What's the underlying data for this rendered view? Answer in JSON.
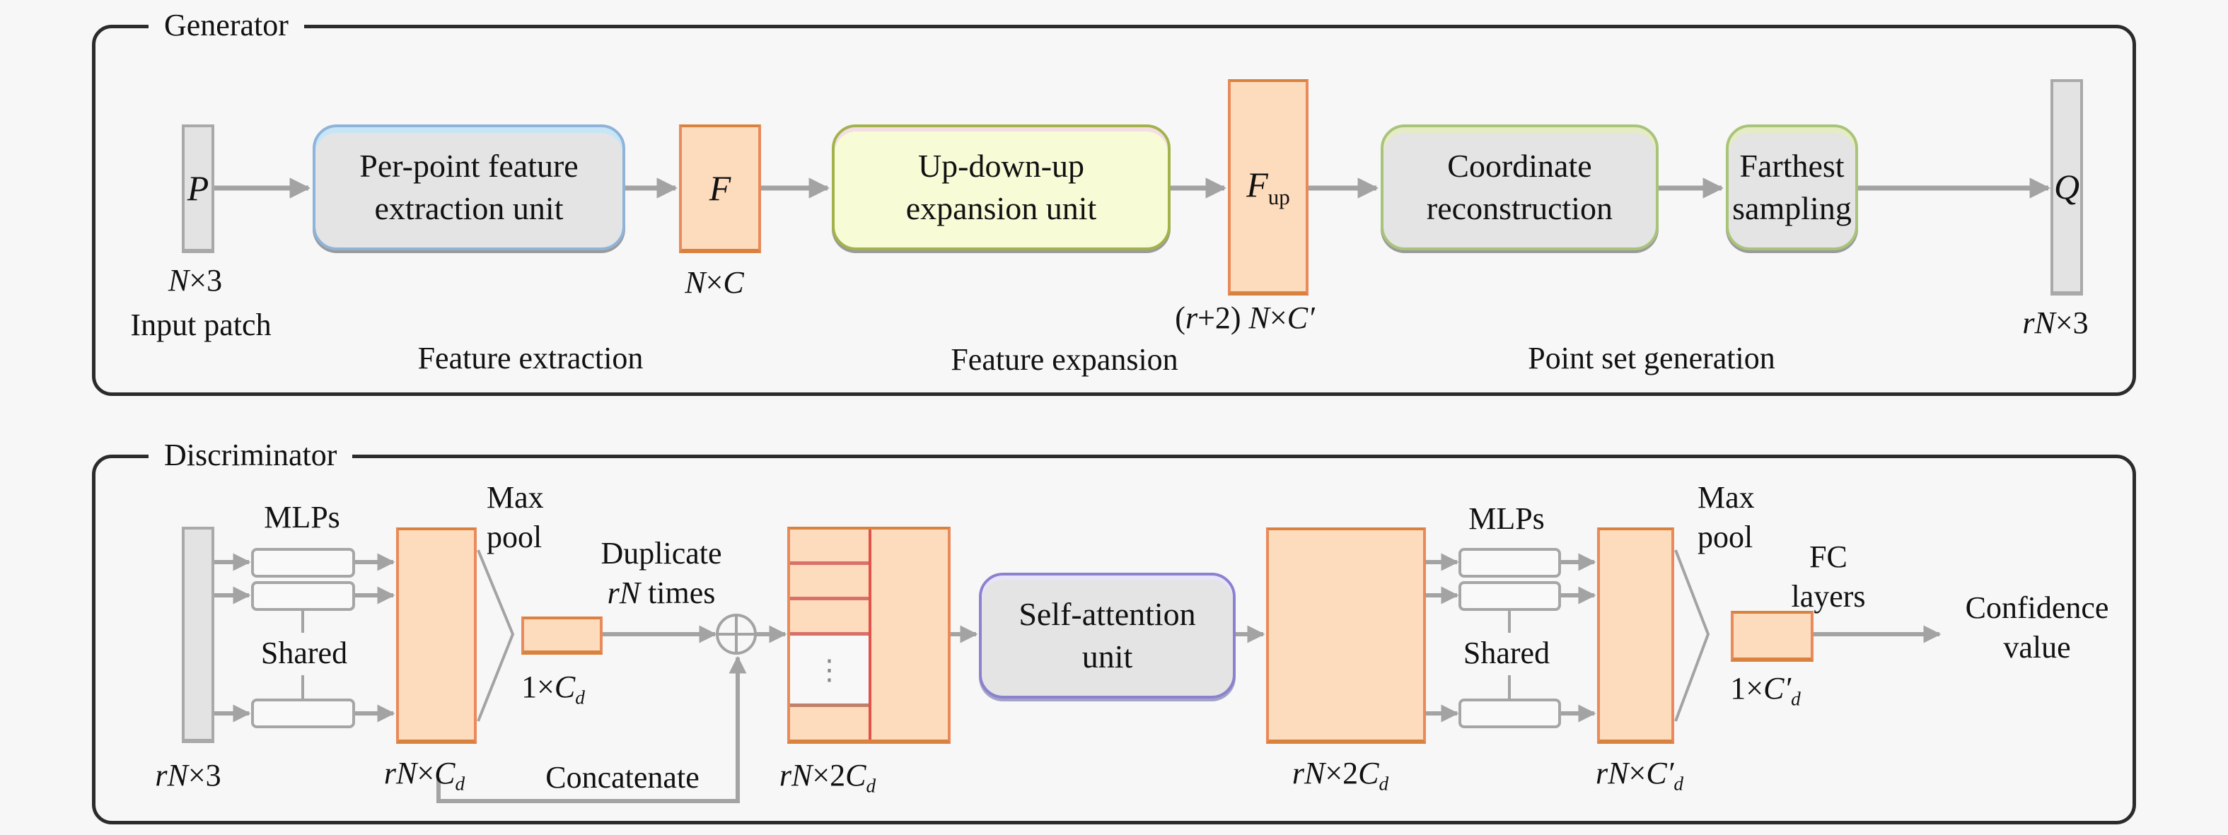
{
  "generator": {
    "title": "Generator",
    "input": {
      "symbol": "P",
      "dims_var": "N",
      "dims_rest": "×3",
      "caption": "Input patch"
    },
    "units": {
      "per_point": {
        "line1": "Per-point feature",
        "line2": "extraction unit"
      },
      "up_down_up": {
        "line1": "Up-down-up",
        "line2": "expansion unit"
      },
      "coordinate": {
        "line1": "Coordinate",
        "line2": "reconstruction"
      },
      "farthest": {
        "line1": "Farthest",
        "line2": "sampling"
      }
    },
    "feature": {
      "symbol": "F",
      "dims": {
        "a": "N",
        "op": "×",
        "b": "C"
      }
    },
    "feature_up": {
      "symbol": "F",
      "subscript": "up",
      "dims": {
        "prefix_open": "(",
        "r": "r",
        "plus": "+2) ",
        "a": "N",
        "op": "×",
        "b": "C′"
      }
    },
    "output": {
      "symbol": "Q",
      "dims": {
        "r": "r",
        "a": "N",
        "rest": "×3"
      }
    },
    "stages": [
      "Feature extraction",
      "Feature expansion",
      "Point set generation"
    ]
  },
  "discriminator": {
    "title": "Discriminator",
    "input_dims": {
      "r": "r",
      "a": "N",
      "rest": "×3"
    },
    "mlps_label": "MLPs",
    "shared_label": "Shared",
    "max_pool": {
      "line1": "Max",
      "line2": "pool"
    },
    "feat1_dims": {
      "r": "r",
      "a": "N",
      "op": "×",
      "b": "C",
      "sub": "d"
    },
    "global1_dims": {
      "one": "1×",
      "b": "C",
      "sub": "d"
    },
    "duplicate": {
      "line1": "Duplicate",
      "line2_var": "rN",
      "line2_rest": " times"
    },
    "concatenate": "Concatenate",
    "concat_dims": {
      "r": "r",
      "a": "N",
      "op": "×2",
      "b": "C",
      "sub": "d"
    },
    "self_attention": {
      "line1": "Self-attention",
      "line2": "unit"
    },
    "attn_dims": {
      "r": "r",
      "a": "N",
      "op": "×2",
      "b": "C",
      "sub": "d"
    },
    "feat2_dims": {
      "r": "r",
      "a": "N",
      "op": "×",
      "b": "C′",
      "sub": "d"
    },
    "global2_dims": {
      "one": "1×",
      "b": "C′",
      "sub": "d"
    },
    "fc_layers": {
      "line1": "FC",
      "line2": "layers"
    },
    "output": {
      "line1": "Confidence",
      "line2": "value"
    },
    "stack_ellipsis": "⋮"
  },
  "colors": {
    "arrow": "#a3a3a3",
    "frame": "#2b2b2b",
    "tensor_fill": "#fddbbd",
    "tensor_border": "#e98a5a",
    "unit_fill": "#e4e4e4"
  }
}
